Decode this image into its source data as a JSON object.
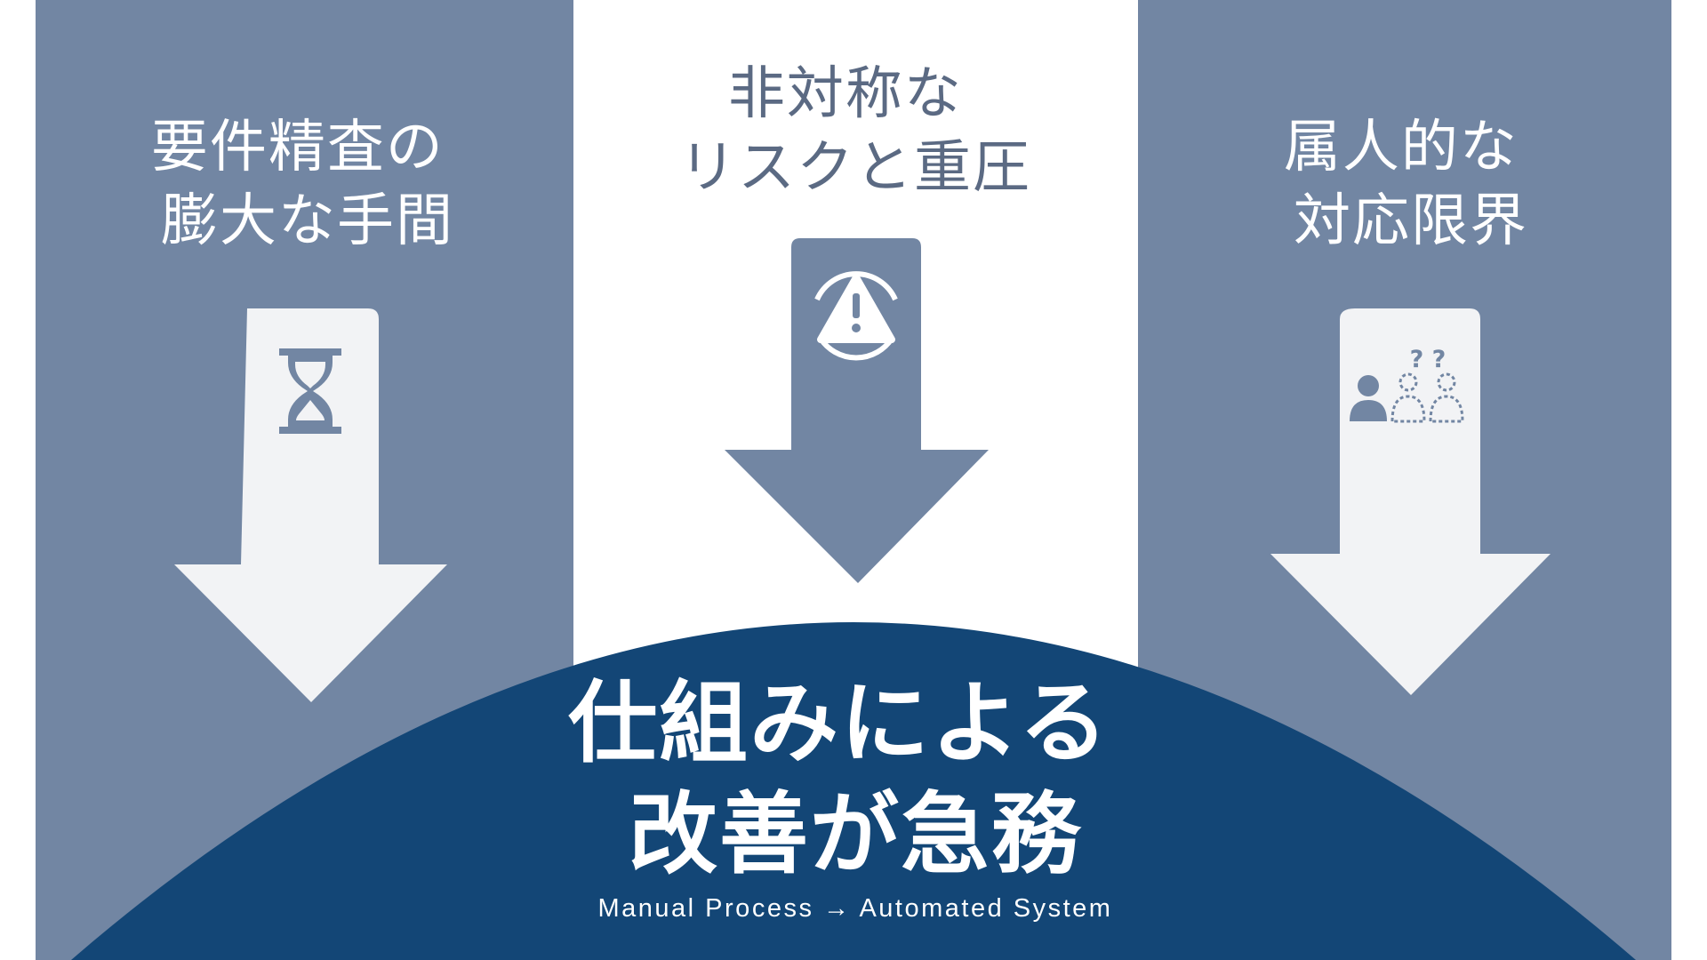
{
  "colors": {
    "slate": "#7286A3",
    "light": "#F2F3F5",
    "navy": "#134676",
    "white": "#FFFFFF",
    "page_bg": "#FFFFFF"
  },
  "columns": [
    {
      "title_lines": [
        "要件精査の",
        "膨大な手間"
      ],
      "icon": "hourglass-icon"
    },
    {
      "title_lines": [
        "非対称な",
        "リスクと重圧"
      ],
      "icon": "warning-icon"
    },
    {
      "title_lines": [
        "属人的な",
        "対応限界"
      ],
      "icon": "people-question-icon"
    }
  ],
  "conclusion": {
    "title_lines": [
      "仕組みによる",
      "改善が急務"
    ],
    "subtitle": "Manual Process → Automated System"
  }
}
